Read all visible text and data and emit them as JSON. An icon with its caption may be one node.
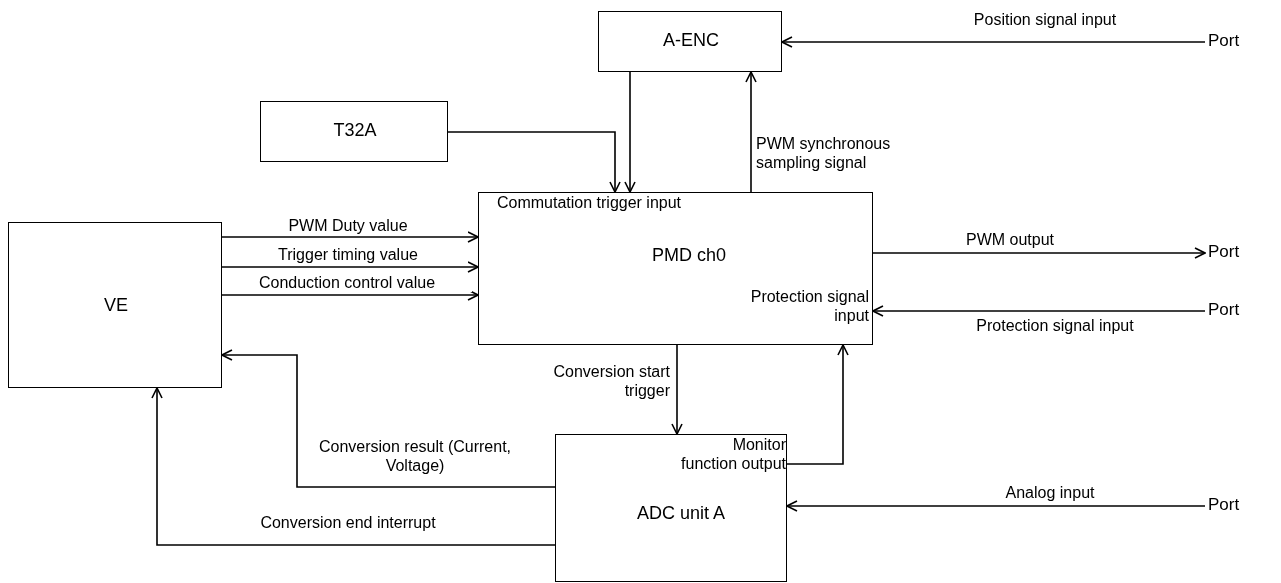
{
  "diagram": {
    "nodes": [
      {
        "text": [
          "A-ENC"
        ]
      },
      {
        "text": [
          "T32A"
        ]
      },
      {
        "text": [
          "VE"
        ]
      },
      {
        "text": [
          "Commutation trigger input",
          "PMD ch0",
          "Protection signal input"
        ]
      },
      {
        "text": [
          "Monitor function output",
          "ADC unit A"
        ]
      },
      {
        "text": [
          "Port"
        ]
      },
      {
        "text": [
          "Port"
        ]
      },
      {
        "text": [
          "Port"
        ]
      },
      {
        "text": [
          "Port"
        ]
      }
    ],
    "edges": [
      {
        "from": 5,
        "to": 0,
        "arrow": "to",
        "label": "Position signal input"
      },
      {
        "from": 1,
        "to": 3,
        "arrow": "to"
      },
      {
        "from": 0,
        "to": 3,
        "arrow": "to"
      },
      {
        "from": 3,
        "to": 0,
        "arrow": "to",
        "label": "PWM synchronous sampling signal"
      },
      {
        "from": 2,
        "to": 3,
        "arrow": "to",
        "label": "PWM Duty value"
      },
      {
        "from": 2,
        "to": 3,
        "arrow": "to",
        "label": "Trigger timing value"
      },
      {
        "from": 2,
        "to": 3,
        "arrow": "to",
        "label": "Conduction control value"
      },
      {
        "from": 3,
        "to": 6,
        "arrow": "to",
        "label": "PWM output"
      },
      {
        "from": 7,
        "to": 3,
        "arrow": "to",
        "label": "Protection signal input"
      },
      {
        "from": 3,
        "to": 4,
        "arrow": "to",
        "label": "Conversion start trigger"
      },
      {
        "from": 4,
        "to": 2,
        "arrow": "to",
        "label": "Conversion result (Current, Voltage)"
      },
      {
        "from": 4,
        "to": 2,
        "arrow": "to",
        "label": "Conversion end interrupt"
      },
      {
        "from": 4,
        "to": 3,
        "arrow": "to"
      },
      {
        "from": 8,
        "to": 4,
        "arrow": "to",
        "label": "Analog input"
      }
    ]
  }
}
